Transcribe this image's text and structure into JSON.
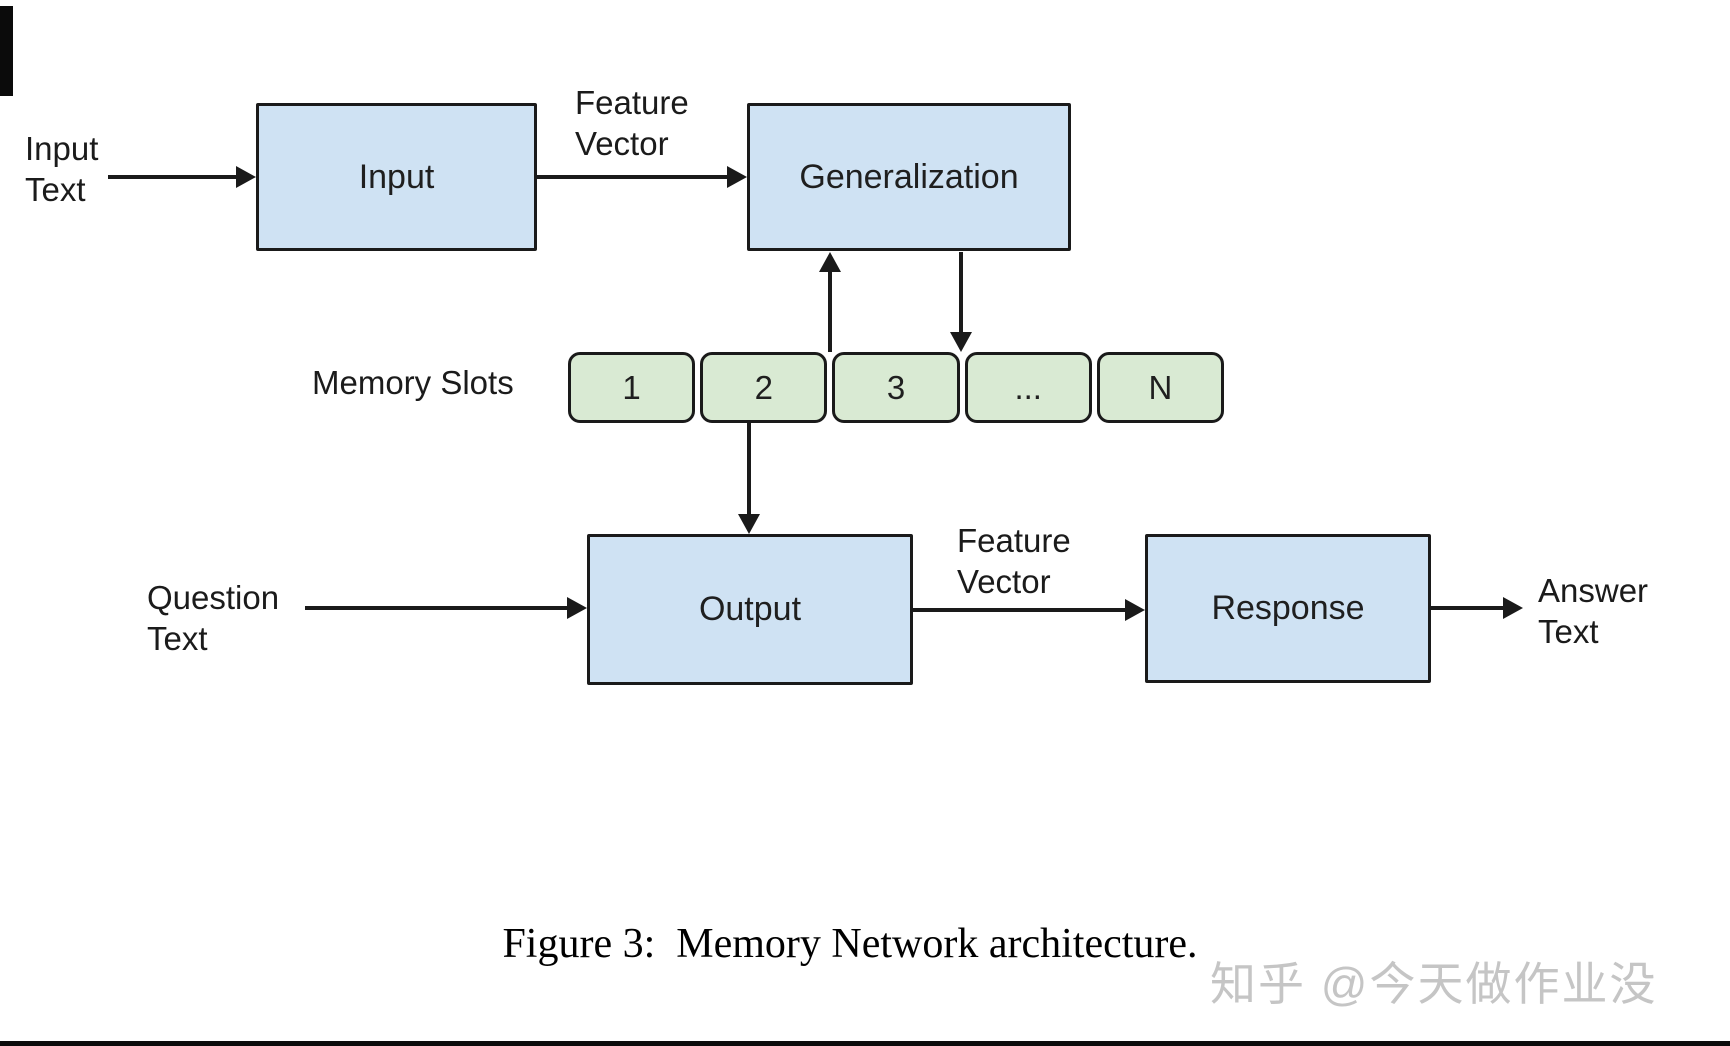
{
  "colors": {
    "node_fill": "#cfe2f3",
    "slot_fill": "#d9ead3",
    "stroke": "#1a1a1a",
    "watermark_color": "#c5c5c5"
  },
  "nodes": {
    "input": "Input",
    "generalization": "Generalization",
    "output": "Output",
    "response": "Response"
  },
  "edge_labels": {
    "input_text": "Input\nText",
    "feature_vector_top": "Feature\nVector",
    "question_text": "Question\nText",
    "feature_vector_bottom": "Feature\nVector",
    "answer_text": "Answer\nText"
  },
  "memory": {
    "label": "Memory Slots",
    "slots": [
      "1",
      "2",
      "3",
      "...",
      "N"
    ]
  },
  "caption": "Figure 3:  Memory Network architecture.",
  "watermark": "知乎 @今天做作业没"
}
